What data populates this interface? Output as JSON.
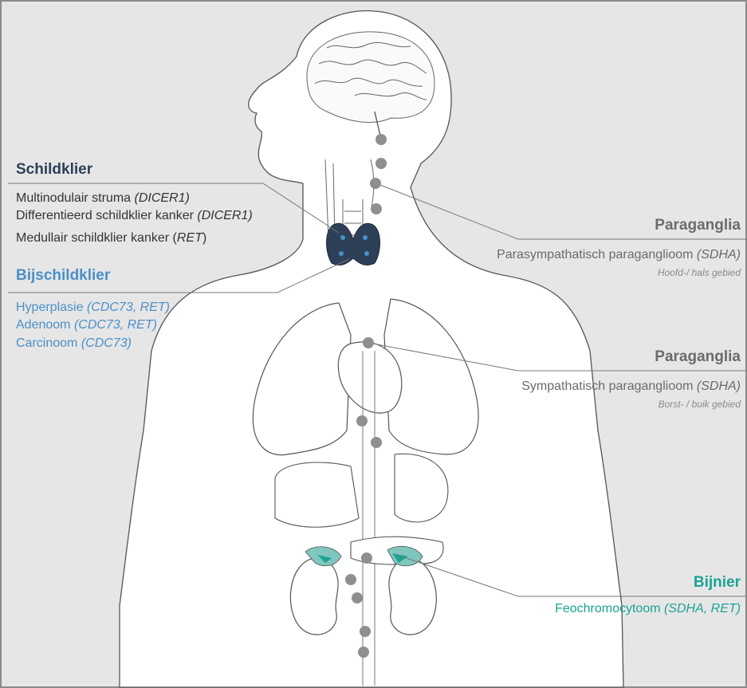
{
  "colors": {
    "background": "#e6e6e6",
    "schildklier": "#2e4058",
    "bijschildklier": "#4a90c8",
    "paraganglia": "#6b6b6b",
    "bijnier": "#1aa394",
    "body_outline": "#555555",
    "paraganglia_dot": "#8f8f8f"
  },
  "schildklier": {
    "heading": "Schildklier",
    "items": [
      {
        "text": "Multinodulair struma ",
        "gene": "(DICER1)",
        "suffix": ""
      },
      {
        "text": "Differentieerd schildklier kanker ",
        "gene": "(DICER1)",
        "suffix": ""
      },
      {
        "text": "Medullair schildklier kanker (",
        "gene": "RET",
        "suffix": ")"
      }
    ]
  },
  "bijschildklier": {
    "heading": "Bijschildklier",
    "items": [
      {
        "text": "Hyperplasie ",
        "gene": "(CDC73, RET)"
      },
      {
        "text": "Adenoom ",
        "gene": "(CDC73, RET)"
      },
      {
        "text": "Carcinoom ",
        "gene": "(CDC73)"
      }
    ]
  },
  "paraganglia_head": {
    "heading": "Paraganglia",
    "text": "Parasympathatisch paraganglioom ",
    "gene": "(SDHA)",
    "sub": "Hoofd-/ hals gebied"
  },
  "paraganglia_chest": {
    "heading": "Paraganglia",
    "text": "Sympathatisch paraganglioom ",
    "gene": "(SDHA)",
    "sub": "Borst- / buik gebied"
  },
  "bijnier": {
    "heading": "Bijnier",
    "text": "Feochromocytoom ",
    "gene": "(SDHA, RET)"
  },
  "icons": [
    "body-silhouette",
    "brain-icon",
    "thyroid-icon",
    "heart-icon",
    "lungs-icon",
    "kidney-icon",
    "adrenal-gland-icon",
    "paraganglion-dot"
  ]
}
